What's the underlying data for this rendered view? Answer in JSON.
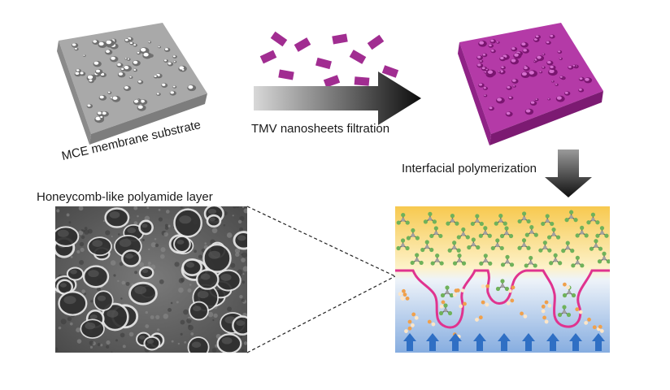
{
  "labels": {
    "mce": "MCE membrane substrate",
    "tmv": "TMV nanosheets filtration",
    "interfacial": "Interfacial polymerization",
    "honeycomb": "Honeycomb-like polyamide layer"
  },
  "colors": {
    "substrate": "#9a9a9a",
    "coated": "#a8289f",
    "nanosheet": "#a12d91",
    "arrow_dark": "#111111",
    "top_phase": "#f7cf62",
    "bottom_phase": "#8fb4e3",
    "polyamide_line": "#e0338f",
    "monomer": "#6fb25a",
    "amine_orange": "#f0a04b",
    "up_arrow": "#2f6fc4"
  },
  "icons": [
    "right-arrow-icon",
    "down-arrow-icon",
    "up-arrow-icon"
  ]
}
